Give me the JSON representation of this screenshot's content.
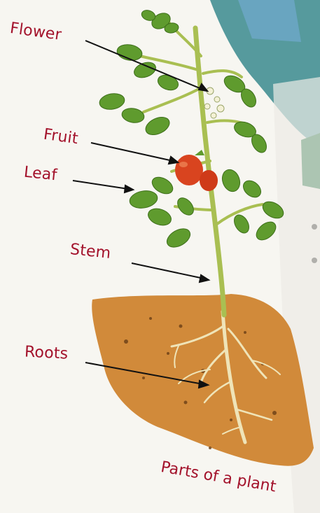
{
  "diagram": {
    "labels": {
      "flower": "Flower",
      "fruit": "Fruit",
      "leaf": "Leaf",
      "stem": "Stem",
      "roots": "Roots"
    },
    "caption": "Parts of a plant"
  },
  "colors": {
    "label": "#a3122b",
    "soil": "#d18a3a",
    "leaf": "#5f9b2e",
    "stem": "#a9bf52",
    "fruit": "#d9441f",
    "root": "#efe4b8",
    "background_right": "#3a8a8e"
  }
}
